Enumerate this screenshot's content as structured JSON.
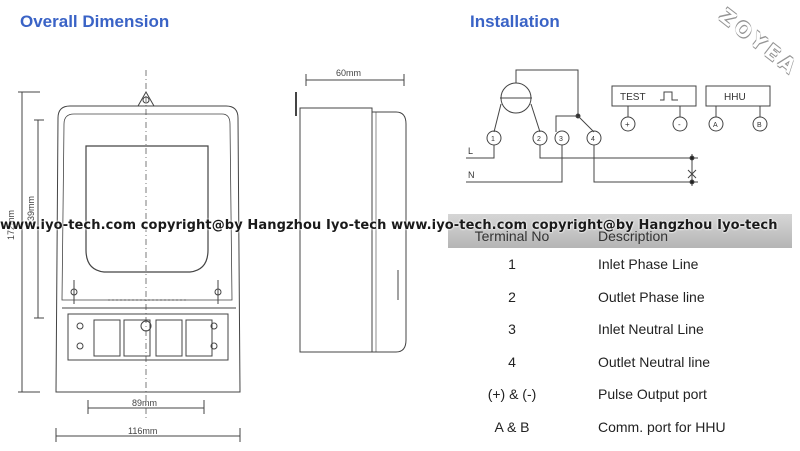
{
  "headings": {
    "dimension": "Overall Dimension",
    "installation": "Installation"
  },
  "brand": "ZOYEA",
  "watermark": "www.iyo-tech.com copyright@by Hangzhou Iyo-tech www.iyo-tech.com copyright@by Hangzhou Iyo-tech",
  "dimensions": {
    "height": "172mm",
    "inner_height": "139mm",
    "depth": "60mm",
    "inner_width": "89mm",
    "width": "116mm"
  },
  "wiring": {
    "line": "L",
    "neutral": "N",
    "test": "TEST",
    "hhu": "HHU",
    "terminals": [
      "1",
      "2",
      "3",
      "4",
      "+",
      "-",
      "A",
      "B"
    ]
  },
  "table": {
    "headers": [
      "Terminal No",
      "Description"
    ],
    "rows": [
      {
        "no": "1",
        "desc": "Inlet Phase Line"
      },
      {
        "no": "2",
        "desc": "Outlet Phase line"
      },
      {
        "no": "3",
        "desc": "Inlet Neutral Line"
      },
      {
        "no": "4",
        "desc": "Outlet Neutral line"
      },
      {
        "no": "(+) & (-)",
        "desc": "Pulse Output port"
      },
      {
        "no": "A & B",
        "desc": "Comm.  port for HHU"
      }
    ]
  }
}
